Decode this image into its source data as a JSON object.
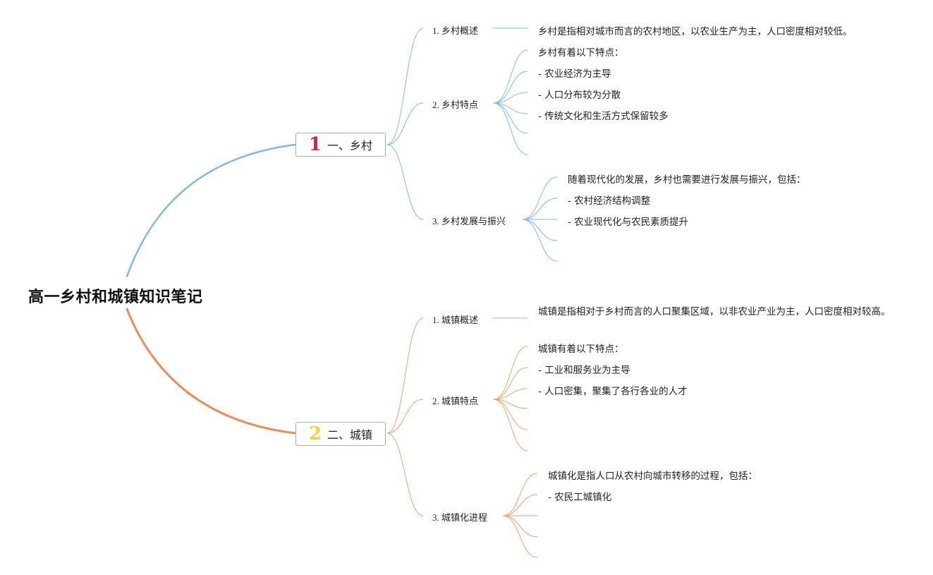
{
  "root": {
    "title": "高一乡村和城镇知识笔记"
  },
  "branches": [
    {
      "num": "1",
      "label": "一、乡村",
      "color": "#7fbbe0",
      "num_color": "#d8223a",
      "subs": [
        {
          "label": "1. 乡村概述",
          "leaves": [
            "乡村是指相对城市而言的农村地区，以农业生产为主，人口密度相对较低。"
          ]
        },
        {
          "label": "2. 乡村特点",
          "leaves": [
            "乡村有着以下特点：",
            "- 农业经济为主导",
            "- 人口分布较为分散",
            "- 传统文化和生活方式保留较多",
            "",
            ""
          ]
        },
        {
          "label": "3. 乡村发展与振兴",
          "leaves": [
            "随着现代化的发展，乡村也需要进行发展与振兴，包括：",
            "- 农村经济结构调整",
            "- 农业现代化与农民素质提升",
            "",
            ""
          ]
        }
      ]
    },
    {
      "num": "2",
      "label": "二、城镇",
      "color": "#f0a173",
      "root_color": "#ee8a55",
      "num_color": "#f2d23a",
      "subs": [
        {
          "label": "1. 城镇概述",
          "leaves": [
            "城镇是指相对于乡村而言的人口聚集区域，以非农业产业为主，人口密度相对较高。"
          ]
        },
        {
          "label": "2. 城镇特点",
          "leaves": [
            "城镇有着以下特点：",
            "- 工业和服务业为主导",
            "- 人口密集，聚集了各行各业的人才",
            "",
            "",
            ""
          ]
        },
        {
          "label": "3. 城镇化进程",
          "leaves": [
            "城镇化是指人口从农村向城市转移的过程，包括：",
            "- 农民工城镇化",
            "",
            "",
            ""
          ]
        }
      ]
    }
  ]
}
